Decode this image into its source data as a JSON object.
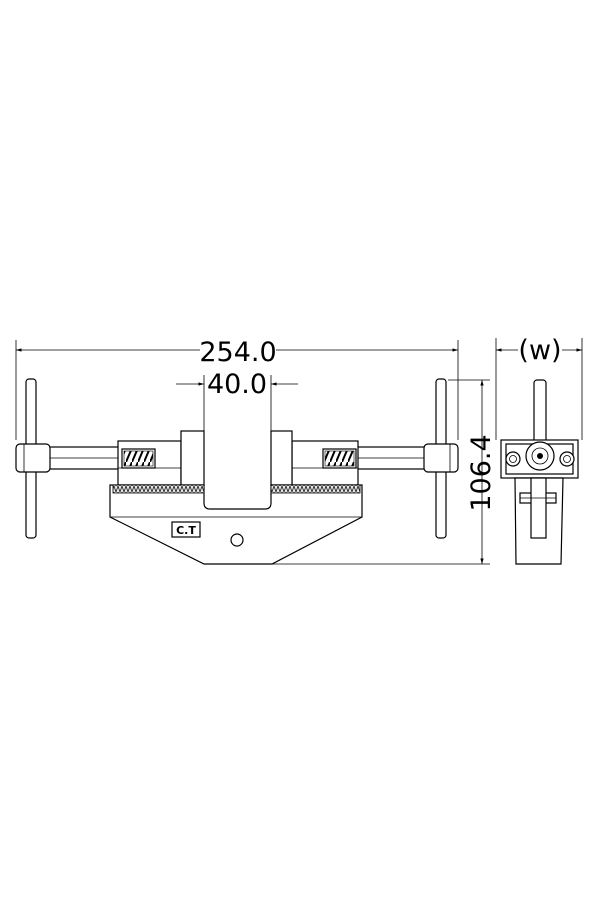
{
  "dimensions": {
    "overall_length": "254.0",
    "jaw_opening": "40.0",
    "height": "106.4",
    "width": "(w)"
  },
  "logo": {
    "text": "C.T"
  }
}
